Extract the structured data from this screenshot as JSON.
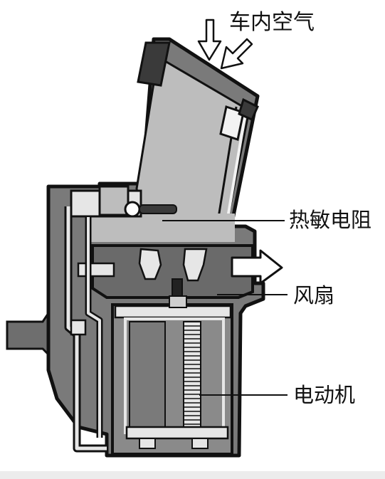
{
  "labels": {
    "cabin_air": "车内空气",
    "thermistor": "热敏电阻",
    "fan": "风扇",
    "motor": "电动机"
  }
}
